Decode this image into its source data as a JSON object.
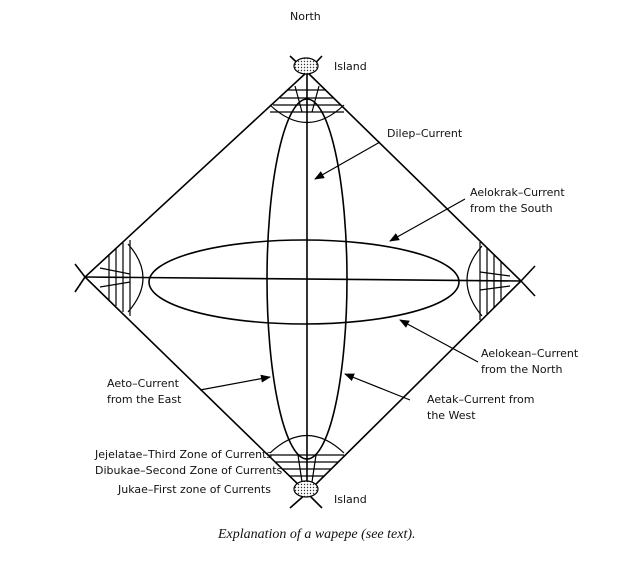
{
  "direction": {
    "north": "North"
  },
  "islands": {
    "top": "Island",
    "bottom": "Island"
  },
  "labels": {
    "dilep": "Dilep–Current",
    "aelokrak_1": "Aelokrak–Current",
    "aelokrak_2": "from the South",
    "aelokean_1": "Aelokean–Current",
    "aelokean_2": "from the North",
    "aeto_1": "Aeto–Current",
    "aeto_2": "from the East",
    "aetak_1": "Aetak–Current from",
    "aetak_2": "the West",
    "jejelatae": "Jejelatae–Third Zone of Currents",
    "dibukae": "Dibukae–Second Zone of Currents",
    "jukae": "Jukae–First zone of Currents"
  },
  "caption": "Explanation of a wapepe (see text)."
}
